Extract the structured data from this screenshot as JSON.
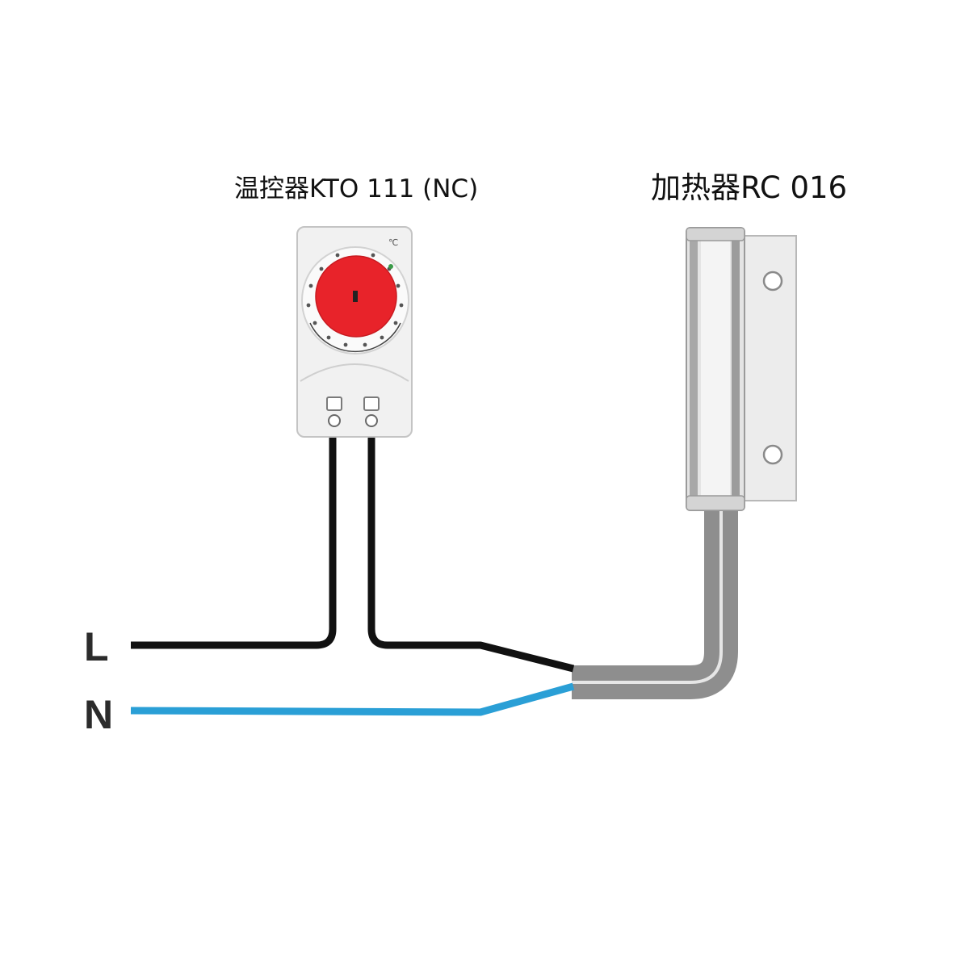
{
  "thermostat": {
    "title": "温控器KTO 111 (NC)",
    "unit": "℃"
  },
  "heater": {
    "title": "加热器RC 016"
  },
  "terminals": {
    "l": "L",
    "n": "N"
  },
  "colors": {
    "phase_wire": "#111111",
    "neutral_wire": "#2a9fd6",
    "heater_cable": "#8c8c8c",
    "dial": "#e8232a",
    "thermostat_body": "#f1f1f1",
    "heater_body": "#e9e9e9"
  }
}
